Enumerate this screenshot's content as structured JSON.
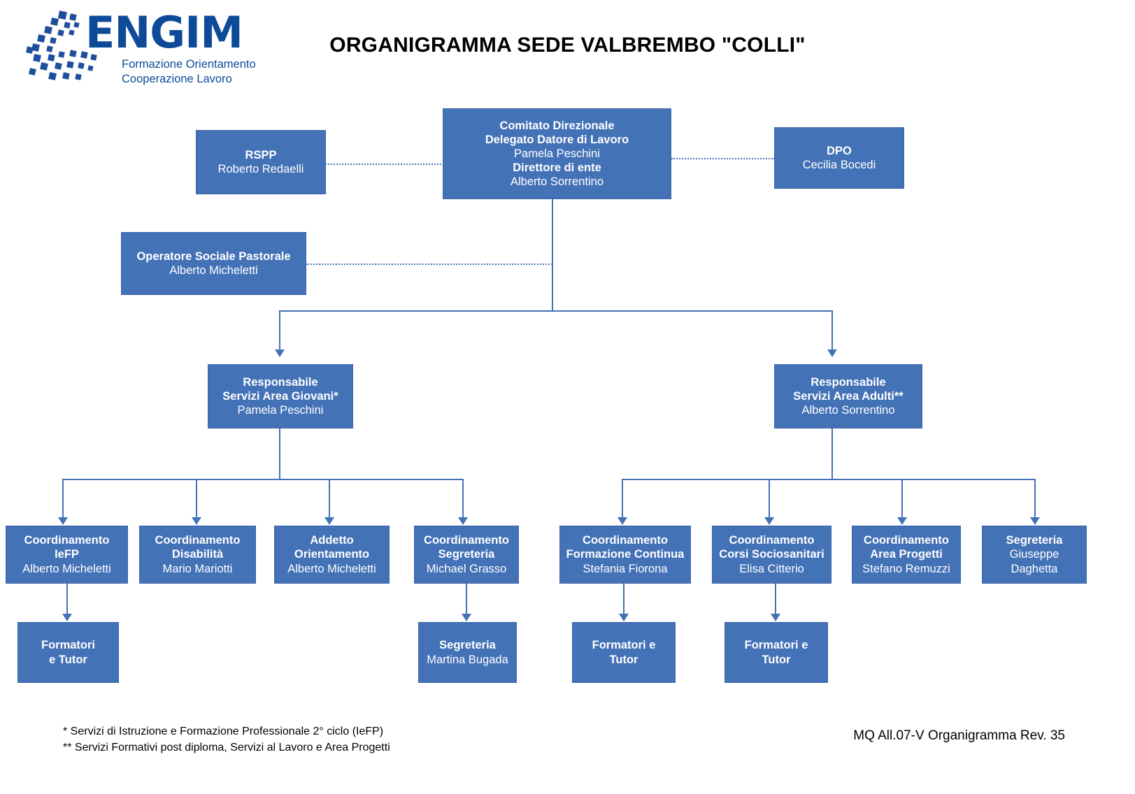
{
  "logo": {
    "wordmark": "ENGIM",
    "tagline_line1": "Formazione Orientamento",
    "tagline_line2": "Cooperazione Lavoro",
    "color": "#0d4b99"
  },
  "title": "ORGANIGRAMMA SEDE VALBREMBO \"COLLI\"",
  "theme": {
    "box_fill": "#4472b7",
    "box_border": "#3a64a5",
    "connector": "#4472b7",
    "text_on_box": "#ffffff"
  },
  "nodes": {
    "comitato": {
      "line1": "Comitato Direzionale",
      "line2": "Delegato Datore di Lavoro",
      "line3": "Pamela Peschini",
      "line4": "Direttore di ente",
      "line5": "Alberto Sorrentino"
    },
    "rspp": {
      "role": "RSPP",
      "person": "Roberto Redaelli"
    },
    "dpo": {
      "role": "DPO",
      "person": "Cecilia Bocedi"
    },
    "operatore": {
      "role": "Operatore Sociale Pastorale",
      "person": "Alberto Micheletti"
    },
    "resp_giovani": {
      "role_line1": "Responsabile",
      "role_line2": "Servizi Area Giovani*",
      "person": "Pamela Peschini"
    },
    "resp_adulti": {
      "role_line1": "Responsabile",
      "role_line2": "Servizi Area Adulti**",
      "person": "Alberto Sorrentino"
    },
    "coord_iefp": {
      "role_line1": "Coordinamento",
      "role_line2": "IeFP",
      "person": "Alberto Micheletti"
    },
    "coord_disabilita": {
      "role_line1": "Coordinamento",
      "role_line2": "Disabilità",
      "person": "Mario Mariotti"
    },
    "addetto_orientamento": {
      "role_line1": "Addetto",
      "role_line2": "Orientamento",
      "person": "Alberto Micheletti"
    },
    "coord_segreteria": {
      "role_line1": "Coordinamento",
      "role_line2": "Segreteria",
      "person": "Michael Grasso"
    },
    "coord_formazione_continua": {
      "role_line1": "Coordinamento",
      "role_line2": "Formazione Continua",
      "person": "Stefania Fiorona"
    },
    "coord_sociosanitari": {
      "role_line1": "Coordinamento",
      "role_line2": "Corsi  Sociosanitari",
      "person": "Elisa Citterio"
    },
    "coord_area_progetti": {
      "role_line1": "Coordinamento",
      "role_line2": "Area Progetti",
      "person": "Stefano Remuzzi"
    },
    "segreteria_giuseppe": {
      "role": "Segreteria",
      "person_line1": "Giuseppe",
      "person_line2": "Daghetta"
    },
    "formatori_iefp": {
      "line1": "Formatori",
      "line2": "e Tutor"
    },
    "segreteria_martina": {
      "role": "Segreteria",
      "person": "Martina Bugada"
    },
    "formatori_fc": {
      "line1": "Formatori e",
      "line2": "Tutor"
    },
    "formatori_ss": {
      "line1": "Formatori e",
      "line2": "Tutor"
    }
  },
  "footnotes": {
    "one": "* Servizi di Istruzione e Formazione Professionale 2° ciclo (IeFP)",
    "two": "** Servizi Formativi post diploma, Servizi al Lavoro e Area Progetti"
  },
  "doc_reference": "MQ All.07-V Organigramma Rev. 35"
}
